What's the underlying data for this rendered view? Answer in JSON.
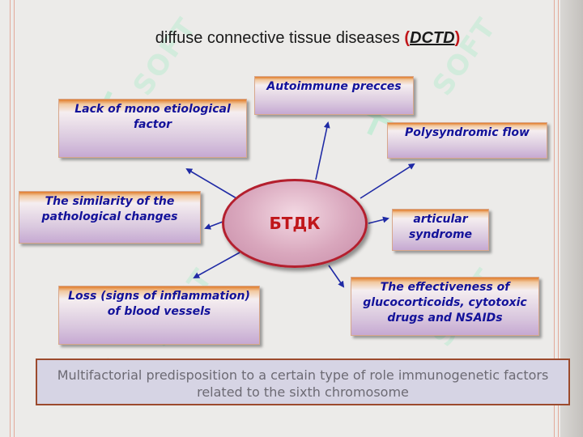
{
  "title": {
    "text": "diffuse connective tissue diseases ",
    "paren_open": "(",
    "abbr": "DCTD",
    "paren_close": ")"
  },
  "center": {
    "label": "БТДК"
  },
  "boxes": {
    "autoimmune": "Autoimmune precces",
    "mono": "Lack of mono etiological factor",
    "polysyndromic": "Polysyndromic flow",
    "similarity": "The similarity of the pathological changes",
    "articular": "articular syndrome",
    "vessels": "Loss (signs of inflammation) of blood vessels",
    "effectiveness": "The effectiveness of glucocorticoids, cytotoxic drugs and NSAIDs"
  },
  "bottom_note": "Multifactorial predisposition to a certain type of role immunogenetic factors related to the sixth chromosome",
  "watermark": "SOFT",
  "colors": {
    "box_text": "#13129a",
    "center_border": "#b41f2e",
    "center_text": "#c0161a",
    "arrow": "#1f2aa5",
    "bottom_border": "#9c4a2d"
  }
}
